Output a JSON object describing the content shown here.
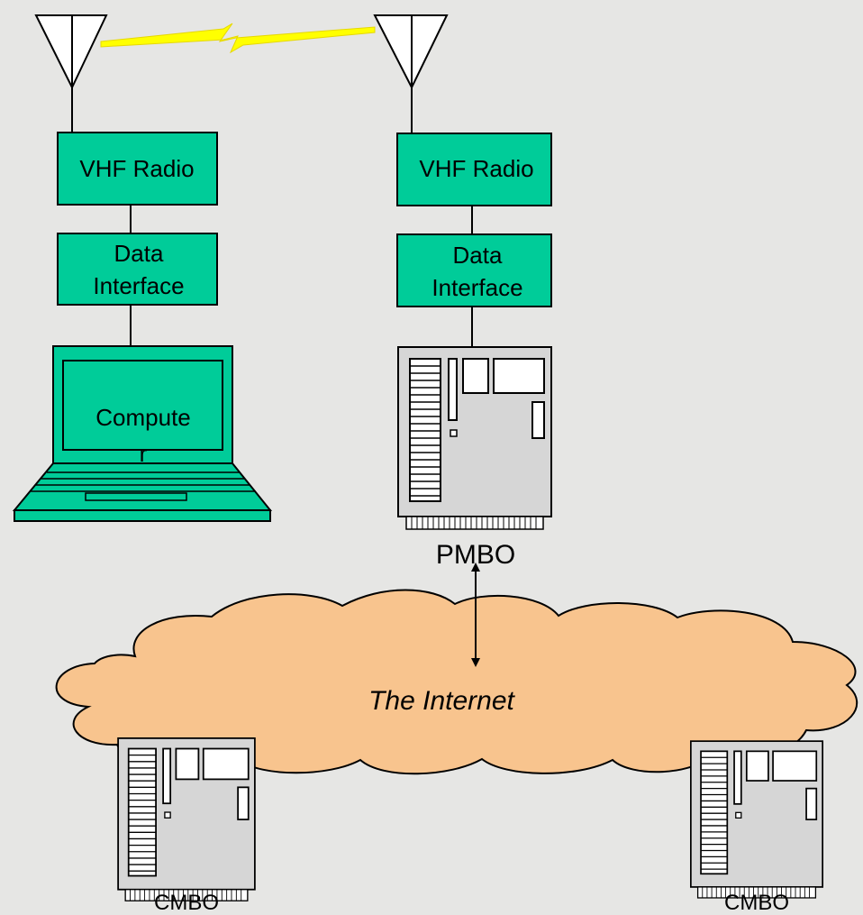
{
  "left_station": {
    "radio_label": "VHF Radio",
    "interface_label_line1": "Data",
    "interface_label_line2": "Interface",
    "computer_label_line1": "Compute",
    "computer_label_line2": "r"
  },
  "right_station": {
    "radio_label": "VHF Radio",
    "interface_label_line1": "Data",
    "interface_label_line2": "Interface",
    "server_label": "PMBO"
  },
  "network": {
    "cloud_label": "The Internet"
  },
  "remote_servers": [
    {
      "label": "CMBO"
    },
    {
      "label": "CMBO"
    }
  ],
  "colors": {
    "device_fill": "#00cc99",
    "cloud_fill": "#f8c48e",
    "server_fill": "#d6d6d6",
    "radio_link": "#ffff00",
    "background": "#e6e6e4"
  }
}
